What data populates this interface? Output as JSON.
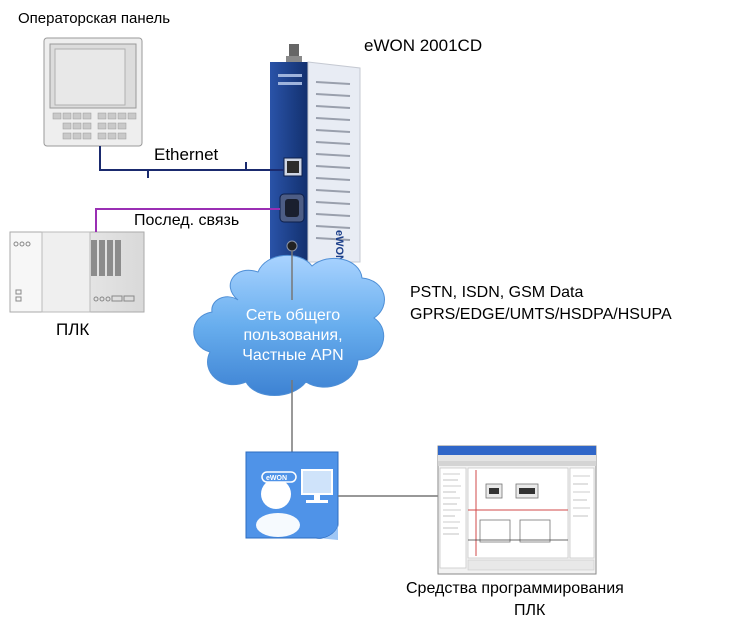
{
  "labels": {
    "operator_panel": "Операторская панель",
    "ewon_model": "eWON 2001CD",
    "ethernet": "Ethernet",
    "serial_link": "Послед. связь",
    "plc": "ПЛК",
    "network_types_line1": "PSTN, ISDN, GSM Data",
    "network_types_line2": "GPRS/EDGE/UMTS/HSDPA/HSUPA",
    "public_network_line1": "Сеть общего",
    "public_network_line2": "пользования,",
    "public_network_line3": "Частные APN",
    "programming_tools_line1": "Средства программирования",
    "programming_tools_line2": "ПЛК",
    "ewon_logo_text": "eWON"
  },
  "colors": {
    "ethernet_line": "#1a2a6e",
    "serial_line": "#9a2fb4",
    "network_line": "#777777",
    "cloud_fill": "#6aaef0",
    "device_body": "#1c3f8a"
  }
}
